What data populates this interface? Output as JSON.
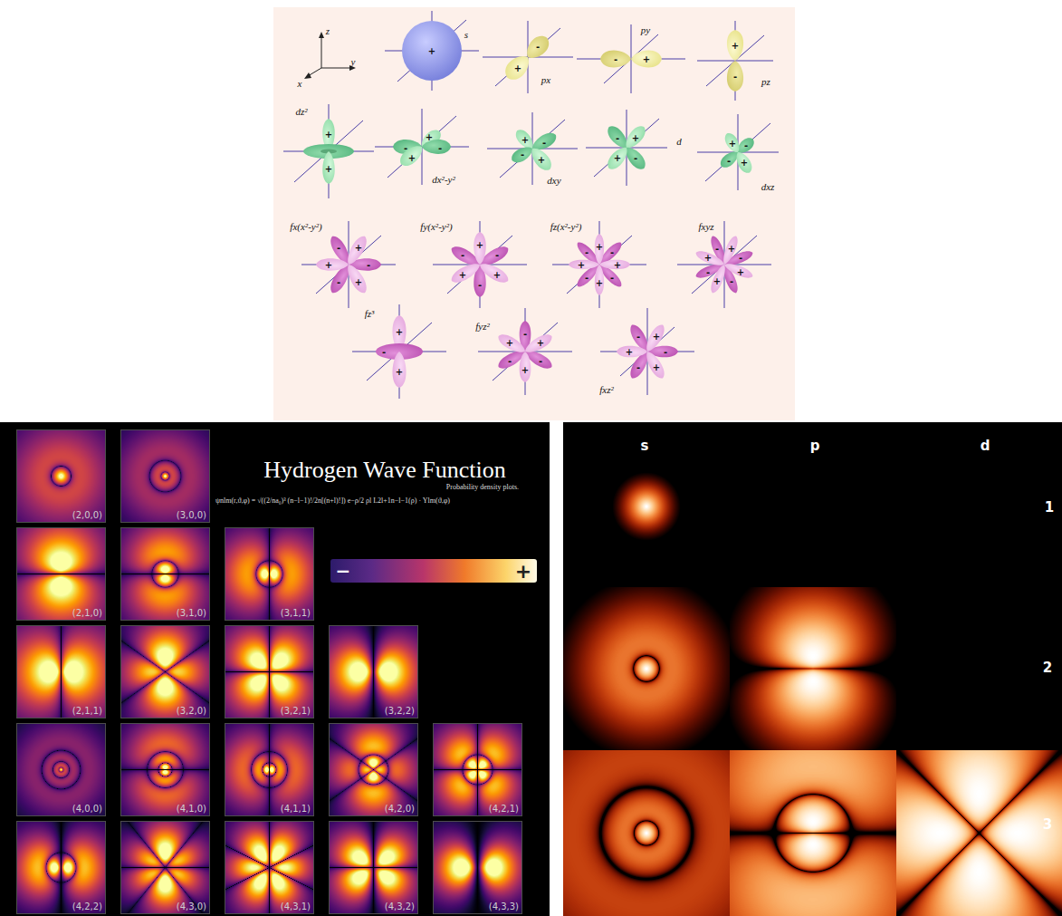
{
  "diagram": {
    "nodes": [
      {
        "text": [
          "(2,0,0)"
        ]
      },
      {
        "text": [
          "(3,0,0)"
        ]
      },
      {
        "text": [
          "(2,1,0)"
        ]
      },
      {
        "text": [
          "(3,1,0)"
        ]
      },
      {
        "text": [
          "(3,1,1)"
        ]
      },
      {
        "text": [
          "(2,1,1)"
        ]
      },
      {
        "text": [
          "(3,2,0)"
        ]
      },
      {
        "text": [
          "(3,2,1)"
        ]
      },
      {
        "text": [
          "(3,2,2)"
        ]
      },
      {
        "text": [
          "(4,0,0)"
        ]
      },
      {
        "text": [
          "(4,1,0)"
        ]
      },
      {
        "text": [
          "(4,1,1)"
        ]
      },
      {
        "text": [
          "(4,2,0)"
        ]
      },
      {
        "text": [
          "(4,2,1)"
        ]
      },
      {
        "text": [
          "(4,2,2)"
        ]
      },
      {
        "text": [
          "(4,3,0)"
        ]
      },
      {
        "text": [
          "(4,3,1)"
        ]
      },
      {
        "text": [
          "(4,3,2)"
        ]
      },
      {
        "text": [
          "(4,3,3)"
        ]
      }
    ],
    "labels": [
      "z",
      "y",
      "x",
      "s",
      "+",
      "-",
      "+",
      "px",
      "py",
      "-",
      "+",
      "+",
      "-",
      "pz",
      "dz²",
      "+",
      "+",
      "-",
      "+",
      "-",
      "+",
      "dx²-y²",
      "+",
      "-",
      "+",
      "-",
      "dxy",
      "-",
      "+",
      "+",
      "-",
      "d",
      "+",
      "-",
      "+",
      "-",
      "dxz",
      "fx(x²-y²)",
      "+",
      "-",
      "+",
      "-",
      "+",
      "-",
      "fy(x²-y²)",
      "+",
      "-",
      "+",
      "-",
      "+",
      "-",
      "fz(x²-y²)",
      "+",
      "-",
      "+",
      "-",
      "+",
      "-",
      "+",
      "-",
      "fxyz",
      "+",
      "-",
      "+",
      "-",
      "+",
      "-",
      "+",
      "-",
      "fz³",
      "+",
      "-",
      "+",
      "fyz²",
      "-",
      "+",
      "-",
      "+",
      "-",
      "+",
      "fxz²",
      "+",
      "-",
      "+",
      "-",
      "+",
      "-",
      "Hydrogen Wave Function",
      "Probability density plots.",
      "ψnlm(r,ϑ,φ) = √((2/na₀)³ (n−l−1)!/2n[(n+l)!]) e−ρ/2 ρl L2l+1n−l−1(ρ) · Ylm(ϑ,φ)",
      "−",
      "+",
      "s",
      "p",
      "d",
      "1",
      "2",
      "3"
    ]
  }
}
